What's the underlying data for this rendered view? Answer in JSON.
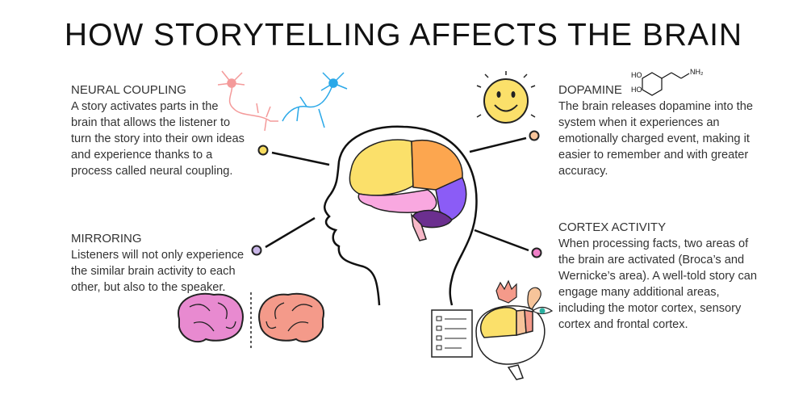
{
  "title": "HOW STORYTELLING AFFECTS THE BRAIN",
  "sections": {
    "neural_coupling": {
      "heading": "NEURAL COUPLING",
      "body": "A story activates parts in the brain that allows the listener to turn the story into their own ideas and experience thanks to a process called neural coupling.",
      "dot_color": "#f7dc5f"
    },
    "mirroring": {
      "heading": "MIRRORING",
      "body": "Listeners will not only experience the similar brain activity to each other, but also to the speaker.",
      "dot_color": "#c9b6e8"
    },
    "dopamine": {
      "heading": "DOPAMINE",
      "body": "The brain releases dopamine into the system when it experiences an emotionally charged event, making it easier to remember and with greater accuracy.",
      "dot_color": "#f7c49a",
      "molecule": {
        "ho1": "HO",
        "ho2": "HO",
        "nh2": "NH₂"
      }
    },
    "cortex_activity": {
      "heading": "CORTEX ACTIVITY",
      "body": "When processing facts, two areas of the brain are activated (Broca’s and Wernicke’s area). A well-told story can engage many additional areas, including the motor cortex, sensory cortex and frontal cortex.",
      "dot_color": "#f07fc8"
    }
  },
  "colors": {
    "frontal": "#fbe06a",
    "parietal": "#fca64f",
    "temporal": "#f9a8e0",
    "occipital": "#8b5cf6",
    "cerebellum": "#6b2f8f",
    "brainstem": "#f7b8c8",
    "neuron_left": "#f49a9a",
    "neuron_right": "#2aa8e8",
    "mirror_brain_left": "#e88ad0",
    "mirror_brain_right": "#f49a8a"
  }
}
